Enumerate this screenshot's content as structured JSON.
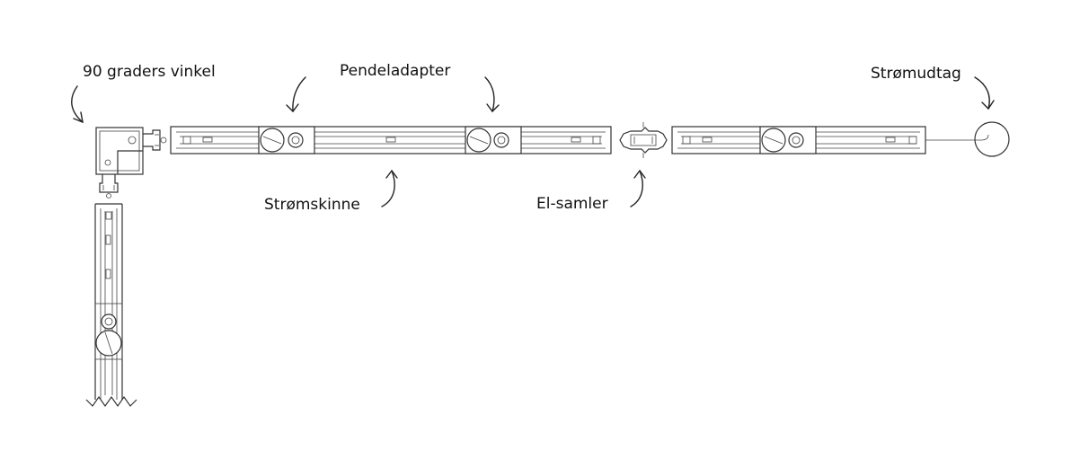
{
  "labels": {
    "angle": "90 graders vinkel",
    "pendant": "Pendeladapter",
    "outlet": "Strømudtag",
    "rail": "Strømskinne",
    "connector": "El-samler"
  },
  "colors": {
    "line": "#333333",
    "background": "#ffffff"
  }
}
